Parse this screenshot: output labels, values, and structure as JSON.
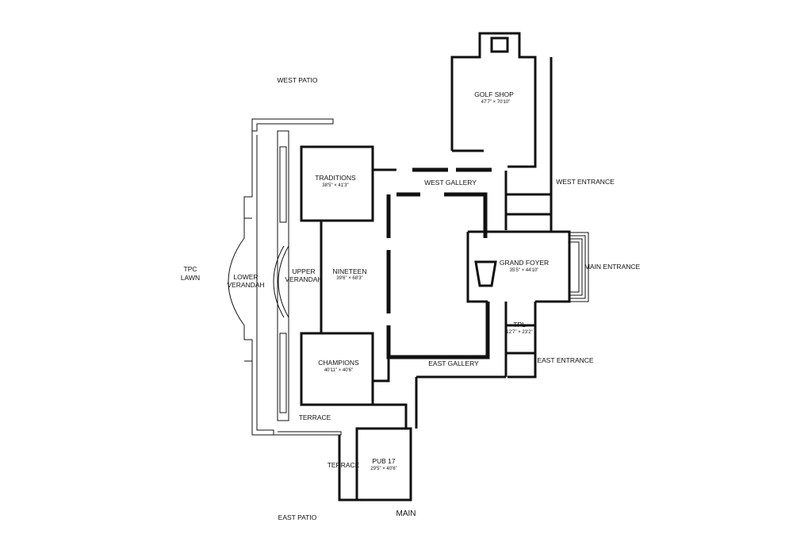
{
  "plan": {
    "outdoor_labels": {
      "west_patio": "WEST PATIO",
      "tpc_lawn_line1": "TPC",
      "tpc_lawn_line2": "LAWN",
      "east_patio": "EAST PATIO",
      "main": "MAIN",
      "west_entrance": "WEST ENTRANCE",
      "main_entrance": "MAIN ENTRANCE",
      "east_entrance": "EAST ENTRANCE",
      "terrace_upper": "TERRACE",
      "terrace_lower": "TERRACE"
    },
    "rooms": {
      "golf_shop": {
        "name": "GOLF SHOP",
        "dims": "47'7\" × 70'10\""
      },
      "traditions": {
        "name": "TRADITIONS",
        "dims": "38'5\" × 41'3\""
      },
      "nineteen": {
        "name": "NINETEEN",
        "dims": "39'6\" × 68'3\""
      },
      "champions": {
        "name": "CHAMPIONS",
        "dims": "40'11\" × 40'6\""
      },
      "grand_foyer": {
        "name": "GRAND FOYER",
        "dims": "35'5\" × 44'10\""
      },
      "tpl": {
        "name": "TPL",
        "dims": "12'7\" × 23'2\""
      },
      "pub_17": {
        "name": "PUB 17",
        "dims": "29'5\" × 40'6\""
      },
      "upper_verandah": {
        "line1": "UPPER",
        "line2": "VERANDAH"
      },
      "lower_verandah": {
        "line1": "LOWER",
        "line2": "VERANDAH"
      },
      "west_gallery": {
        "name": "WEST GALLERY"
      },
      "east_gallery": {
        "name": "EAST GALLERY"
      }
    }
  }
}
